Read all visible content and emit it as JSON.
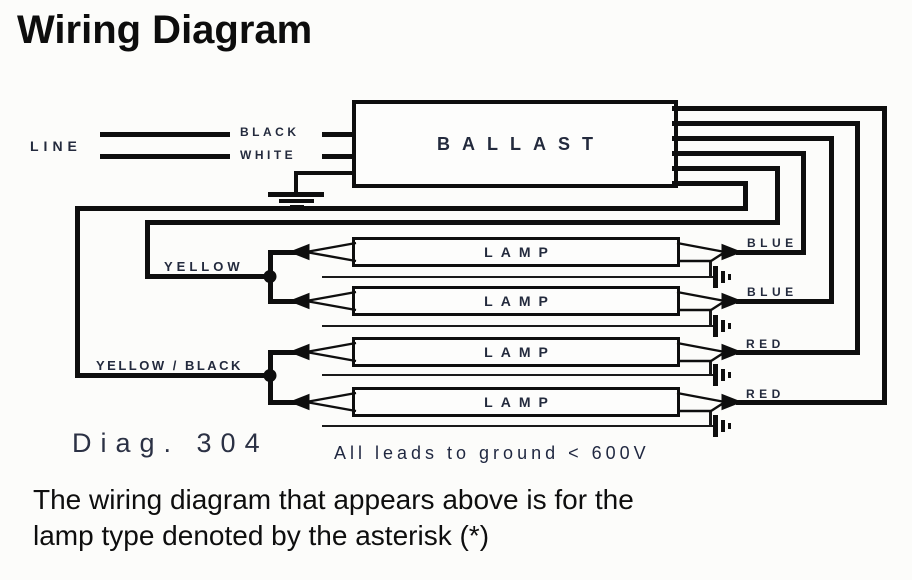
{
  "title": "Wiring Diagram",
  "line_input": {
    "label": "LINE",
    "wires": [
      {
        "label": "BLACK"
      },
      {
        "label": "WHITE"
      }
    ]
  },
  "ballast": {
    "label": "BALLAST"
  },
  "lamps": [
    {
      "label": "LAMP",
      "wire": "BLUE"
    },
    {
      "label": "LAMP",
      "wire": "BLUE"
    },
    {
      "label": "LAMP",
      "wire": "RED"
    },
    {
      "label": "LAMP",
      "wire": "RED"
    }
  ],
  "branches": {
    "yellow": "YELLOW",
    "yellow_black": "YELLOW / BLACK"
  },
  "diagram_number": "Diag. 304",
  "ground_note": "All leads to ground < 600V",
  "footer": "The wiring diagram that appears above is for the lamp type denoted by the asterisk (*)",
  "colors": {
    "wire": "#0e0e0e",
    "label": "#232a3d",
    "background": "#fcfcfa"
  }
}
